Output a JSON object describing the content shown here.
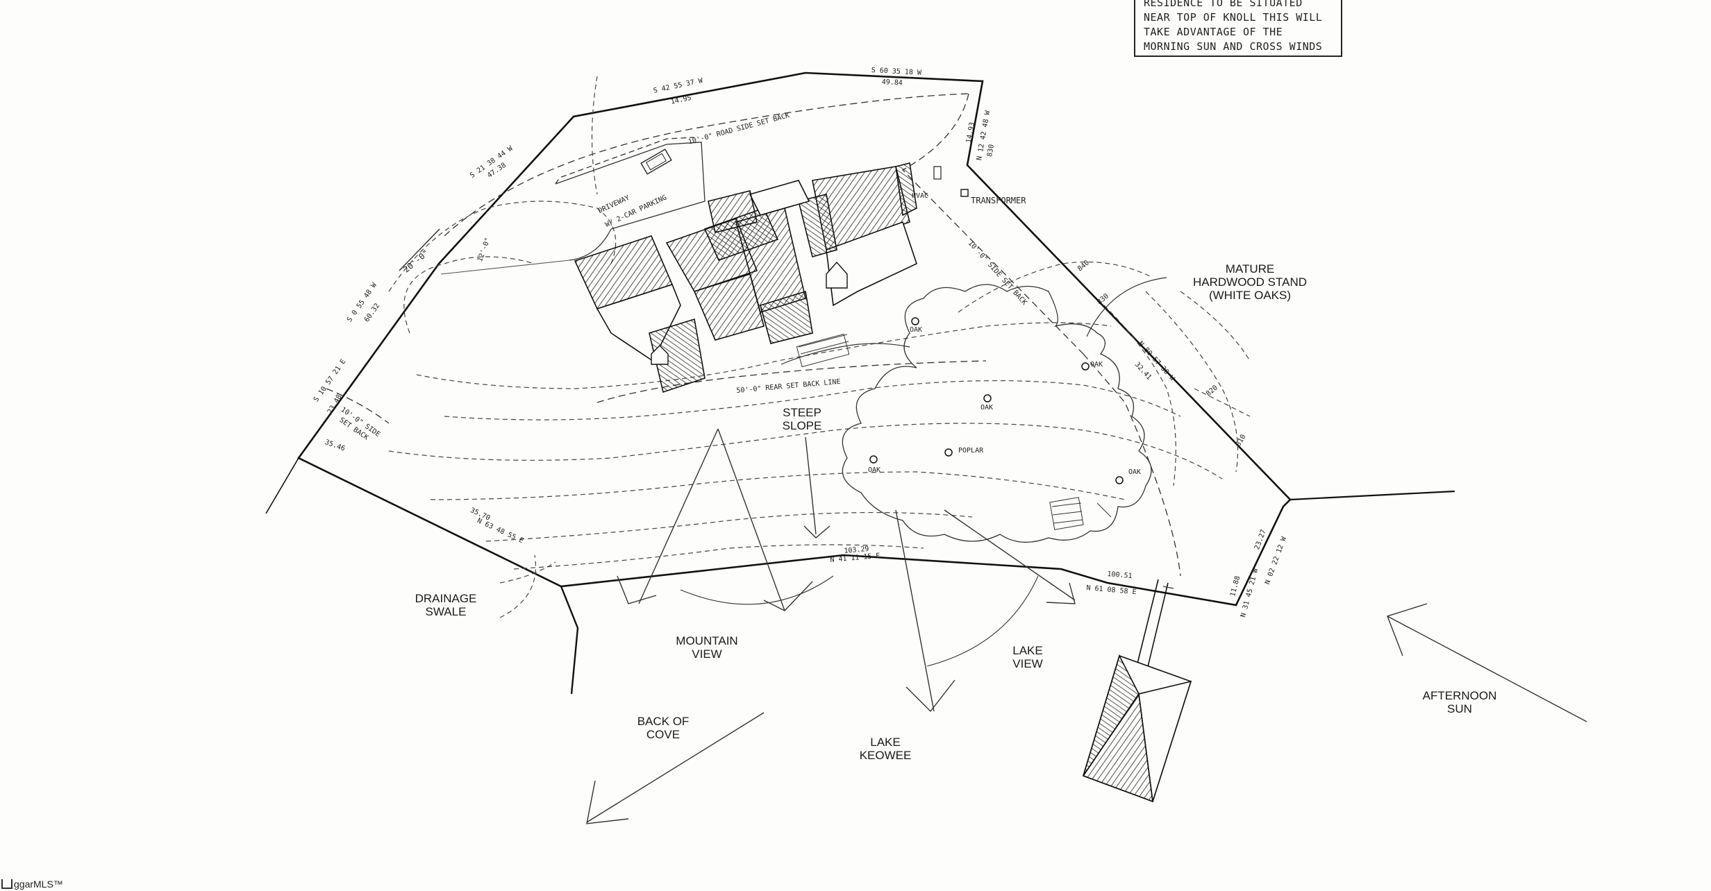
{
  "note": {
    "lines": [
      "RESIDENCE TO BE SITUATED",
      "NEAR TOP OF KNOLL THIS WILL",
      "TAKE ADVANTAGE OF THE",
      "MORNING SUN AND CROSS WINDS"
    ]
  },
  "labels": {
    "mature_stand": [
      "MATURE",
      "HARDWOOD STAND",
      "(WHITE OAKS)"
    ],
    "steep_slope": [
      "STEEP",
      "SLOPE"
    ],
    "drainage": [
      "DRAINAGE",
      "SWALE"
    ],
    "mountain_view": [
      "MOUNTAIN",
      "VIEW"
    ],
    "lake_view": [
      "LAKE",
      "VIEW"
    ],
    "back_of_cove": [
      "BACK OF",
      "COVE"
    ],
    "lake_keowee": [
      "LAKE",
      "KEOWEE"
    ],
    "afternoon_sun": [
      "AFTERNOON",
      "SUN"
    ]
  },
  "plan_notes": {
    "transformer": "TRANSFORMER",
    "hvac": "HVAC",
    "driveway": "DRIVEWAY",
    "parking": "W/ 2-CAR PARKING",
    "road_setback": "10'-0\" ROAD SIDE SET BACK",
    "rear_setback": "50'-0\" REAR SET BACK LINE",
    "side_setback_right": "10'-0\" SIDE SET BACK",
    "side_setback_left": "10'-0\" SIDE",
    "side_setback_left2": "SET BACK",
    "dim_20": "20'-0\"",
    "dim_12": "12'-0\""
  },
  "trees": {
    "oak1": "OAK",
    "oak2": "OAK",
    "oak3": "OAK",
    "oak4": "OAK",
    "oak5": "OAK",
    "poplar": "POPLAR"
  },
  "bearings": {
    "b1": "S 42 55 37 W",
    "b1d": "14.95",
    "b2": "S 60 35 18 W",
    "b2d": "49.84",
    "b3": "S 21 38 44 W",
    "b3d": "47.38",
    "b4": "S 0 55 48 W",
    "b4d": "60.32",
    "b5": "S 10 57 21 E",
    "b5d": "23.48",
    "b6": "35.46",
    "b7": "N 63 48 55 E",
    "b7d": "35.70",
    "b8": "N 41 11 15 E",
    "b8d": "103.29",
    "b9": "N 61 08 58 E",
    "b9d": "100.51",
    "b10": "N 31 45 21 W",
    "b10d": "11.88",
    "b11": "N 02 22 12 W",
    "b11d": "23.27",
    "b12": "N 80 57 30 W",
    "b12d": "32.41",
    "b13": "N 12 42 48 W",
    "b13d": "14.93",
    "b14": "830",
    "c840": "840",
    "c830": "830",
    "c820": "820",
    "c810": "810"
  },
  "logo": "ggarMLS™"
}
